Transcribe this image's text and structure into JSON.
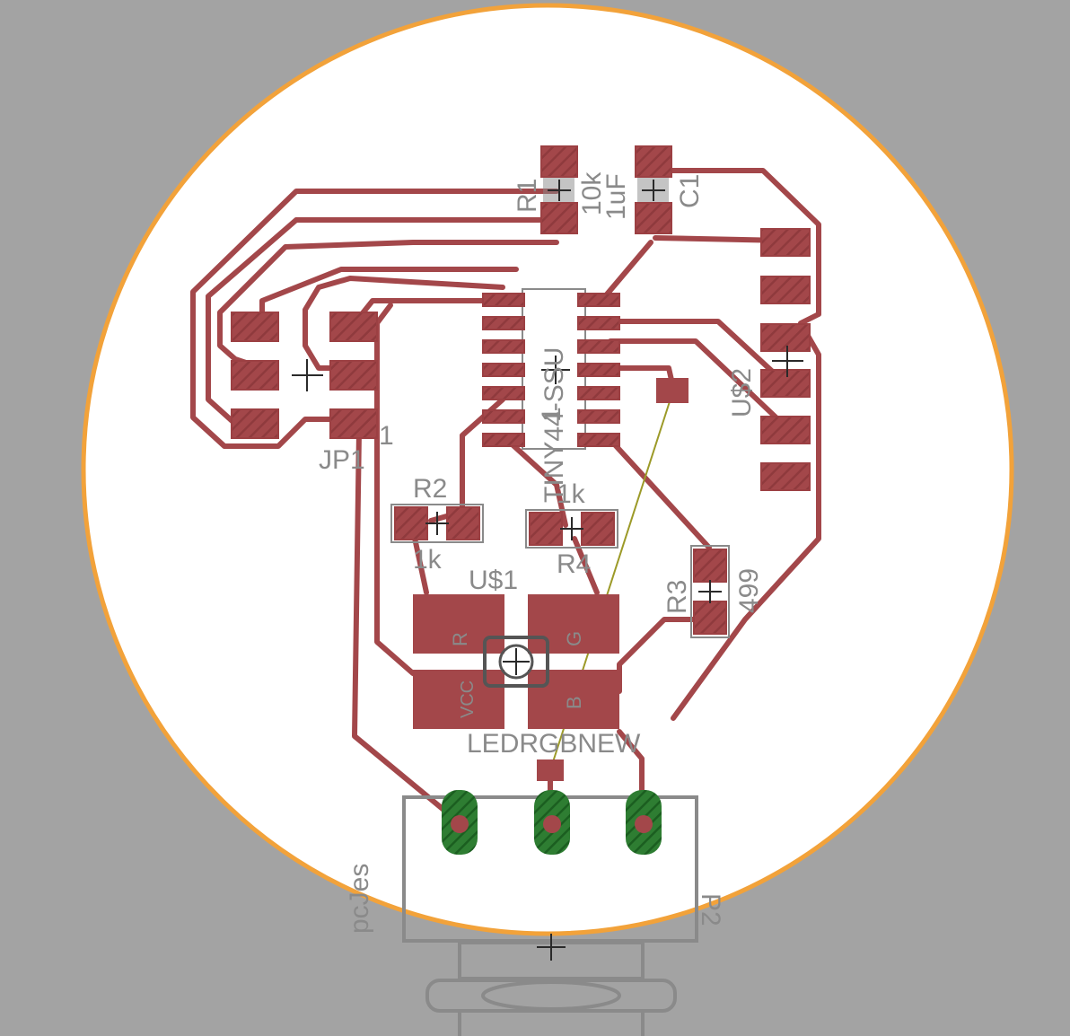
{
  "board": {
    "background": "#a3a3a3",
    "board_fill": "#ffffff",
    "outline_color": "#f2a23a",
    "copper_color": "#a3474a",
    "via_color": "#2e7d32",
    "silk_color": "#8a8a8a"
  },
  "labels": {
    "r1": "R1",
    "r1_value": "10k",
    "c1": "C1",
    "c1_value": "1uF",
    "jp1": "JP1",
    "jp1_pin": "1",
    "r2": "R2",
    "r2_value": "1k",
    "r4": "R4",
    "r4_value": "1k",
    "r3": "R3",
    "r3_value": "499",
    "u1": "U$1",
    "u2": "U$2",
    "ic": "TINY44-SSU",
    "ic_pin": "1",
    "led": "LEDRGBNEW",
    "led_r": "R",
    "led_g": "G",
    "led_b": "B",
    "led_vcc": "VCC",
    "conn": "pcJes",
    "conn_side": "P2"
  }
}
